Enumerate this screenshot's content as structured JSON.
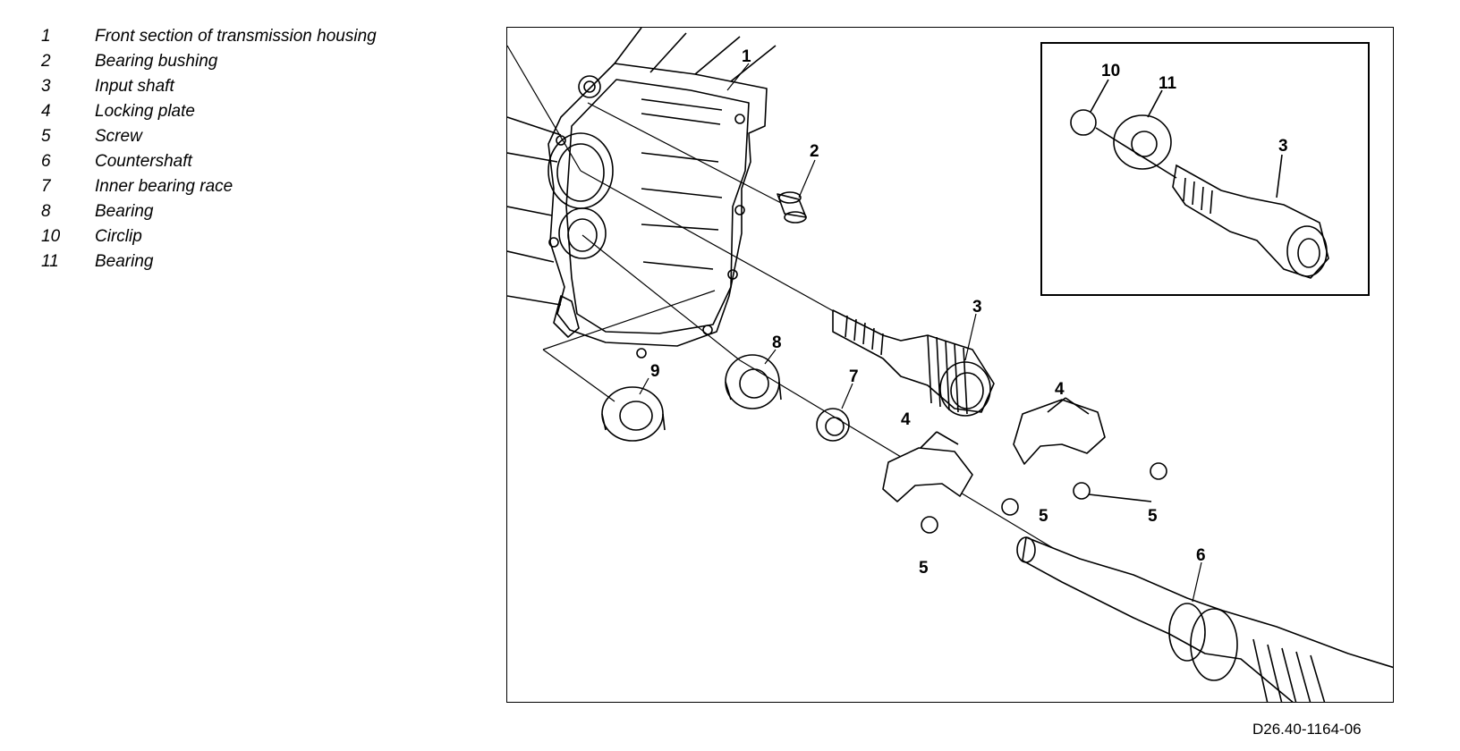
{
  "legend": [
    {
      "num": "1",
      "label": "Front section of transmission housing"
    },
    {
      "num": "2",
      "label": "Bearing bushing"
    },
    {
      "num": "3",
      "label": "Input shaft"
    },
    {
      "num": "4",
      "label": "Locking plate"
    },
    {
      "num": "5",
      "label": "Screw"
    },
    {
      "num": "6",
      "label": "Countershaft"
    },
    {
      "num": "7",
      "label": "Inner bearing race"
    },
    {
      "num": "8",
      "label": "Bearing"
    },
    {
      "num": "10",
      "label": "Circlip"
    },
    {
      "num": "11",
      "label": "Bearing"
    }
  ],
  "callouts": {
    "c1": "1",
    "c2": "2",
    "c3": "3",
    "c4a": "4",
    "c4b": "4",
    "c5a": "5",
    "c5b": "5",
    "c5c": "5",
    "c6": "6",
    "c7": "7",
    "c8": "8",
    "c9": "9",
    "inset_c10": "10",
    "inset_c11": "11",
    "inset_c3": "3"
  },
  "figure_code": "D26.40-1164-06"
}
